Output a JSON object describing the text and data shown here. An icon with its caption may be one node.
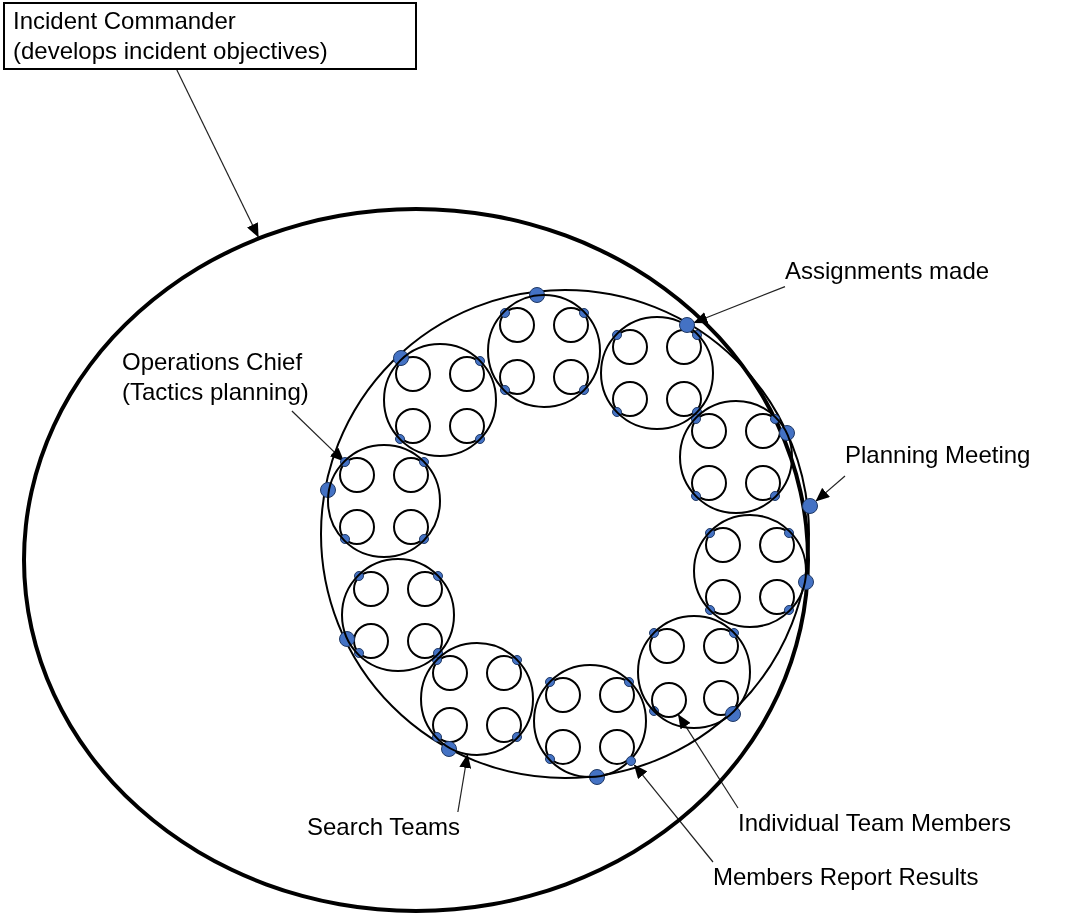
{
  "diagram": {
    "nodes": [
      {
        "text": [
          "Incident Commander",
          "(develops incident objectives)"
        ]
      },
      {
        "text": [],
        "shape": "circle"
      },
      {
        "text": [
          "Assignments made"
        ]
      },
      {
        "text": [
          "Operations Chief",
          "(Tactics planning)"
        ],
        "in": 1
      },
      {
        "text": [],
        "shape": "circle",
        "in": 1
      },
      {
        "text": [],
        "shape": "circle",
        "in": 16
      },
      {
        "text": [],
        "shape": "circle",
        "in": 4
      },
      {
        "text": [
          "Planning Meeting"
        ]
      },
      {
        "text": [],
        "shape": "circle",
        "in": 4
      },
      {
        "text": [],
        "shape": "circle",
        "in": 4
      },
      {
        "text": [],
        "shape": "circle",
        "in": 19
      },
      {
        "text": [],
        "shape": "circle",
        "in": 20
      },
      {
        "text": [
          "Search Teams"
        ],
        "in": 1
      },
      {
        "text": [
          "Individual Team Members"
        ]
      },
      {
        "text": [
          "Members Report Results"
        ]
      },
      {
        "text": [],
        "shape": "circle",
        "in": 4
      },
      {
        "text": [],
        "shape": "circle",
        "in": 4
      },
      {
        "text": [],
        "shape": "circle",
        "in": 4
      },
      {
        "text": [],
        "shape": "circle",
        "in": 4
      },
      {
        "text": [],
        "shape": "circle",
        "in": 4
      },
      {
        "text": [],
        "shape": "circle",
        "in": 4
      },
      {
        "text": [],
        "shape": "circle",
        "in": 4
      },
      {
        "text": [],
        "shape": "circle",
        "in": 4
      }
    ],
    "edges": [
      {
        "from": 0,
        "to": 1,
        "arrow": "to"
      },
      {
        "from": 2,
        "to": 5,
        "arrow": "to"
      },
      {
        "from": 3,
        "to": 6,
        "arrow": "to"
      },
      {
        "from": 7,
        "to": 8,
        "arrow": "to"
      },
      {
        "from": 12,
        "to": 9,
        "arrow": "to"
      },
      {
        "from": 13,
        "to": 10,
        "arrow": "to"
      },
      {
        "from": 14,
        "to": 11,
        "arrow": "to"
      }
    ]
  }
}
